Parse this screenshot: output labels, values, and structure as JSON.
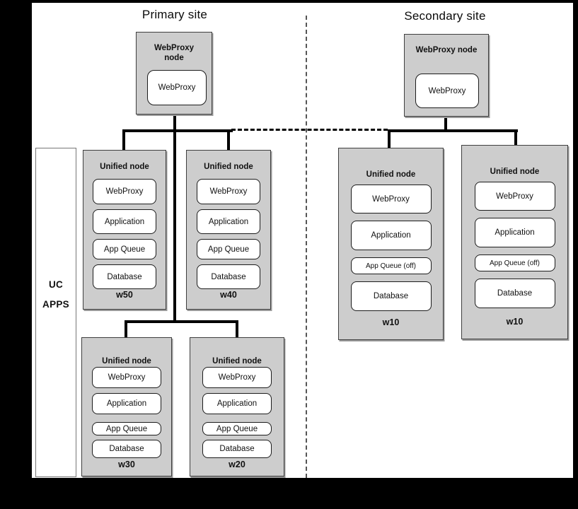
{
  "colors": {
    "frame": "#000000",
    "canvas": "#ffffff",
    "node_fill": "#cdcdcd",
    "line": "#000000"
  },
  "diagram": {
    "primary_site_title": "Primary site",
    "secondary_site_title": "Secondary site",
    "uc_apps": {
      "line1": "UC",
      "line2": "APPS"
    },
    "proxy_nodes": [
      {
        "title": "WebProxy node",
        "service": "WebProxy"
      },
      {
        "title": "WebProxy node",
        "service": "WebProxy"
      }
    ],
    "unified_nodes": [
      {
        "title": "Unified node",
        "services": [
          "WebProxy",
          "Application",
          "App Queue",
          "Database"
        ],
        "label": "w50"
      },
      {
        "title": "Unified node",
        "services": [
          "WebProxy",
          "Application",
          "App Queue",
          "Database"
        ],
        "label": "w40"
      },
      {
        "title": "Unified node",
        "services": [
          "WebProxy",
          "Application",
          "App Queue",
          "Database"
        ],
        "label": "w30"
      },
      {
        "title": "Unified node",
        "services": [
          "WebProxy",
          "Application",
          "App Queue",
          "Database"
        ],
        "label": "w20"
      },
      {
        "title": "Unified node",
        "services": [
          "WebProxy",
          "Application",
          "App Queue (off)",
          "Database"
        ],
        "label": "w10"
      },
      {
        "title": "Unified node",
        "services": [
          "WebProxy",
          "Application",
          "App Queue (off)",
          "Database"
        ],
        "label": "w10"
      }
    ]
  }
}
